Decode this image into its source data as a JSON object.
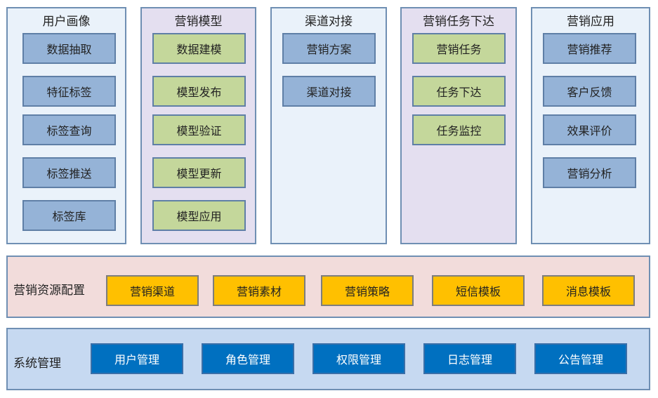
{
  "columns": [
    {
      "title": "用户画像",
      "items": [
        "数据抽取",
        "特征标签",
        "标签查询",
        "标签推送",
        "标签库"
      ]
    },
    {
      "title": "营销模型",
      "items": [
        "数据建模",
        "模型发布",
        "模型验证",
        "模型更新",
        "模型应用"
      ]
    },
    {
      "title": "渠道对接",
      "items": [
        "营销方案",
        "渠道对接"
      ]
    },
    {
      "title": "营销任务下达",
      "items": [
        "营销任务",
        "任务下达",
        "任务监控"
      ]
    },
    {
      "title": "营销应用",
      "items": [
        "营销推荐",
        "客户反馈",
        "效果评价",
        "营销分析"
      ]
    }
  ],
  "resource": {
    "label": "营销资源配置",
    "items": [
      "营销渠道",
      "营销素材",
      "营销策略",
      "短信模板",
      "消息模板"
    ]
  },
  "system": {
    "label": "系统管理",
    "items": [
      "用户管理",
      "角色管理",
      "权限管理",
      "日志管理",
      "公告管理"
    ]
  },
  "colors": {
    "column_blue_bg": "#eaf2fa",
    "column_purple_bg": "#e4dff0",
    "item_blue": "#95b3d7",
    "item_green": "#c4d79b",
    "resource_bg": "#f2dcdb",
    "resource_item": "#ffc000",
    "system_bg": "#c6d9f1",
    "system_item": "#0070c0"
  }
}
